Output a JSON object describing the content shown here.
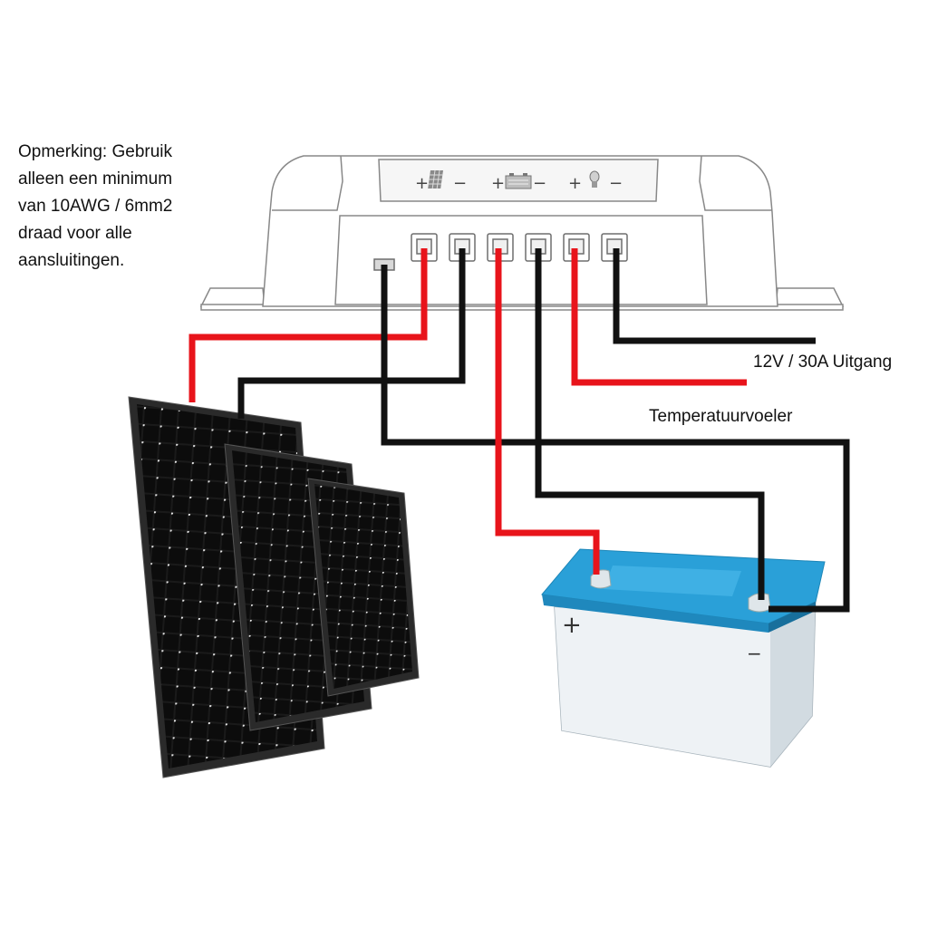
{
  "note": {
    "lines": [
      "Opmerking: Gebruik",
      "alleen een minimum",
      "van 10AWG / 6mm2",
      "draad voor alle",
      "aansluitingen."
    ]
  },
  "labels": {
    "output": "12V / 30A Uitgang",
    "temperature_sensor": "Temperatuurvoeler"
  },
  "controller": {
    "terminal_groups": [
      {
        "icon": "solar-panel-icon",
        "plus": "+",
        "minus": "−"
      },
      {
        "icon": "battery-icon",
        "plus": "+",
        "minus": "−"
      },
      {
        "icon": "bulb-icon",
        "plus": "+",
        "minus": "−"
      }
    ]
  },
  "battery": {
    "plus_mark": "+",
    "minus_mark": "−",
    "top_color": "#2aa0d8",
    "body_color": "#e9eef2"
  },
  "colors": {
    "positive_wire": "#e8141b",
    "negative_wire": "#111111",
    "outline": "#888888"
  }
}
